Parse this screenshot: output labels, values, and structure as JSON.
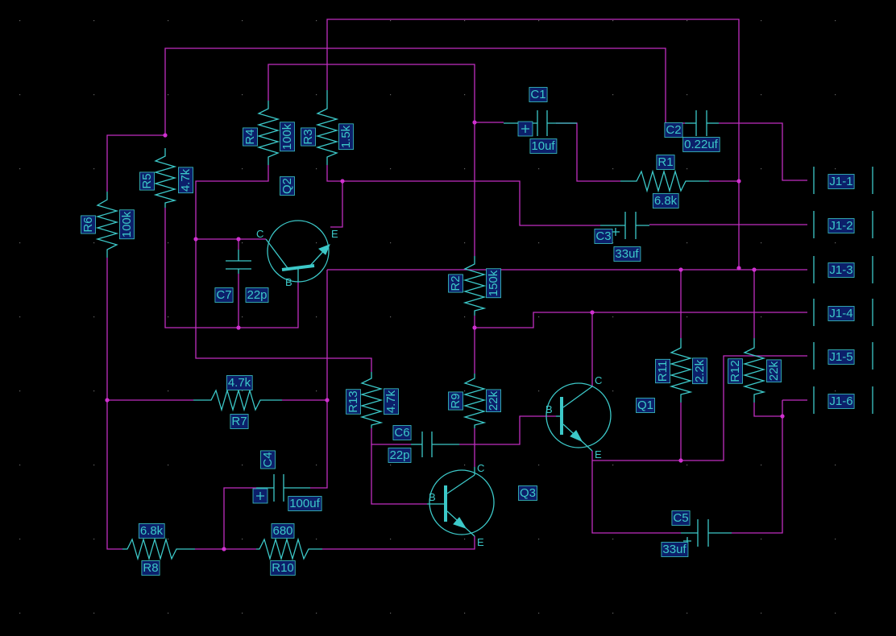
{
  "palette": {
    "background": "#000000",
    "wire": "#c02ec0",
    "component": "#3cc8c8",
    "label_bg": "#0c1f6a"
  },
  "resistors": {
    "R1": {
      "name": "R1",
      "value": "6.8k"
    },
    "R2": {
      "name": "R2",
      "value": "150k"
    },
    "R3": {
      "name": "R3",
      "value": "1.5k"
    },
    "R4": {
      "name": "R4",
      "value": "100k"
    },
    "R5": {
      "name": "R5",
      "value": "4.7k"
    },
    "R6": {
      "name": "R6",
      "value": "100k"
    },
    "R7": {
      "name": "R7",
      "value": "4.7k"
    },
    "R8": {
      "name": "R8",
      "value": "6.8k"
    },
    "R9": {
      "name": "R9",
      "value": "22k"
    },
    "R10": {
      "name": "R10",
      "value": "680"
    },
    "R11": {
      "name": "R11",
      "value": "2.2k"
    },
    "R12": {
      "name": "R12",
      "value": "22k"
    },
    "R13": {
      "name": "R13",
      "value": "4.7k"
    }
  },
  "capacitors": {
    "C1": {
      "name": "C1",
      "value": "10uf"
    },
    "C2": {
      "name": "C2",
      "value": "0.22uf"
    },
    "C3": {
      "name": "C3",
      "value": "33uf"
    },
    "C4": {
      "name": "C4",
      "value": "100uf"
    },
    "C5": {
      "name": "C5",
      "value": "33uf"
    },
    "C6": {
      "name": "C6",
      "value": "22p"
    },
    "C7": {
      "name": "C7",
      "value": "22p"
    }
  },
  "transistors": {
    "Q1": {
      "name": "Q1"
    },
    "Q2": {
      "name": "Q2"
    },
    "Q3": {
      "name": "Q3"
    }
  },
  "pins": {
    "collector": "C",
    "base": "B",
    "emitter": "E"
  },
  "connector": [
    "J1-1",
    "J1-2",
    "J1-3",
    "J1-4",
    "J1-5",
    "J1-6"
  ]
}
